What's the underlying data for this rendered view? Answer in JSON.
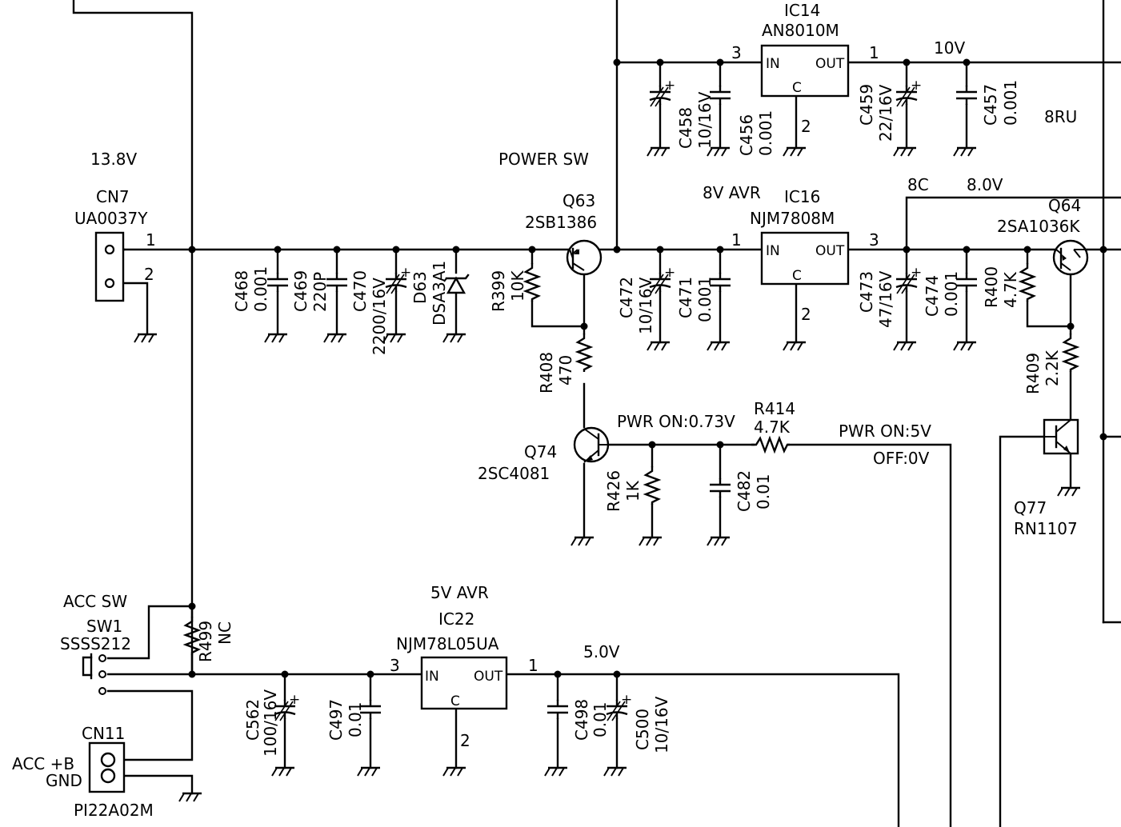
{
  "labels": {
    "ic14": "IC14",
    "ic14_part": "AN8010M",
    "ic16": "IC16",
    "ic16_part": "NJM7808M",
    "avr8": "8V AVR",
    "ic22": "IC22",
    "ic22_part": "NJM78L05UA",
    "avr5": "5V AVR",
    "pin_in": "IN",
    "pin_out": "OUT",
    "pin_c": "C",
    "p1": "1",
    "p2": "2",
    "p3": "3",
    "v10": "10V",
    "rail_8ru": "8RU",
    "v138": "13.8V",
    "power_sw": "POWER SW",
    "v8c": "8C",
    "v80": "8.0V",
    "v50": "5.0V",
    "cn7": "CN7",
    "cn7_part": "UA0037Y",
    "q63": "Q63",
    "q63_part": "2SB1386",
    "q64": "Q64",
    "q64_part": "2SA1036K",
    "q74": "Q74",
    "q74_part": "2SC4081",
    "q77": "Q77",
    "q77_part": "RN1107",
    "pwr_on_073": "PWR ON:0.73V",
    "r414": "R414",
    "r414_v": "4.7K",
    "pwr_on_5": "PWR ON:5V",
    "off_0": "OFF:0V",
    "acc_sw": "ACC SW",
    "sw1": "SW1",
    "sw1_part": "SSSS212",
    "r499": "R499",
    "r499_v": "NC",
    "cn11": "CN11",
    "cn11_part": "PI22A02M",
    "acc_b": "ACC +B",
    "gnd": "GND",
    "c458": "C458",
    "c458_v": "10/16V",
    "c456": "C456",
    "c456_v": "0.001",
    "c459": "C459",
    "c459_v": "22/16V",
    "c457": "C457",
    "c457_v": "0.001",
    "c468": "C468",
    "c468_v": "0.001",
    "c469": "C469",
    "c469_v": "220P",
    "c470": "C470",
    "c470_v": "2200/16V",
    "d63": "D63",
    "d63_v": "DSA3A1",
    "r399": "R399",
    "r399_v": "10K",
    "c472": "C472",
    "c472_v": "10/16V",
    "c471": "C471",
    "c471_v": "0.001",
    "c473": "C473",
    "c473_v": "47/16V",
    "c474": "C474",
    "c474_v": "0.001",
    "r400": "R400",
    "r400_v": "4.7K",
    "r408": "R408",
    "r408_v": "470",
    "r409": "R409",
    "r409_v": "2.2K",
    "r426": "R426",
    "r426_v": "1K",
    "c482": "C482",
    "c482_v": "0.01",
    "c562": "C562",
    "c562_v": "100/16V",
    "c497": "C497",
    "c497_v": "0.01",
    "c498": "C498",
    "c498_v": "0.01",
    "c500": "C500",
    "c500_v": "10/16V",
    "plus": "+"
  }
}
